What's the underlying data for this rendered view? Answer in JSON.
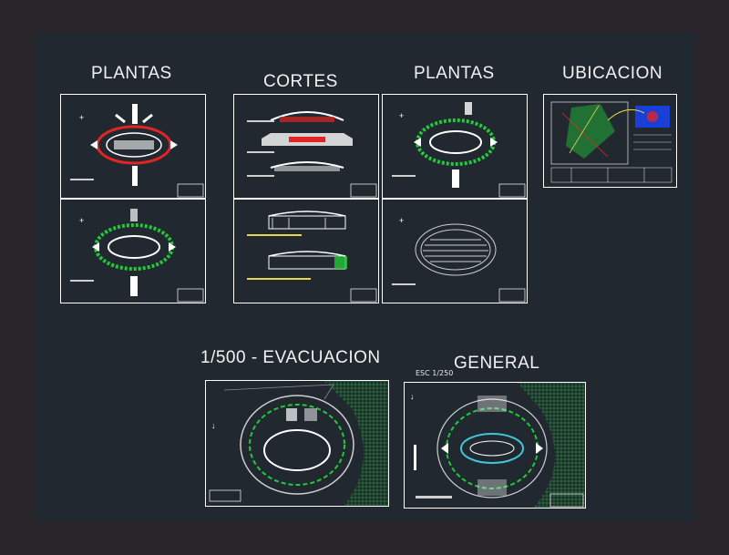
{
  "titles": {
    "plantas_left": "PLANTAS",
    "cortes": "CORTES",
    "plantas_right": "PLANTAS",
    "ubicacion": "UBICACION",
    "evacuacion": "1/500 - EVACUACION",
    "general": "GENERAL",
    "general_scale": "ESC 1/250"
  },
  "colors": {
    "background": "#2a252b",
    "canvas": "#212830",
    "sheet_border": "#ffffff",
    "accent_green": "#22c93a",
    "accent_red": "#e02525",
    "accent_blue": "#1a3fd6",
    "accent_yellow": "#e6d84a",
    "accent_cyan": "#3fc6d8"
  }
}
